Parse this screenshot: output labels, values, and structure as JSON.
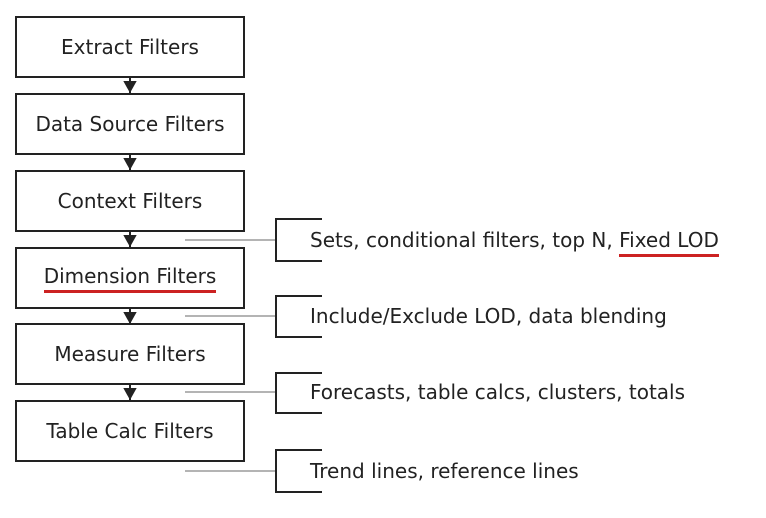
{
  "diagram": {
    "boxes": [
      {
        "label": "Extract Filters"
      },
      {
        "label": "Data Source Filters"
      },
      {
        "label": "Context Filters"
      },
      {
        "label": "Dimension Filters",
        "highlighted": true
      },
      {
        "label": "Measure Filters"
      },
      {
        "label": "Table Calc Filters"
      }
    ],
    "notes": [
      {
        "text_main": "Sets, conditional filters, top N, ",
        "text_highlight": "Fixed LOD"
      },
      {
        "text_main": "Include/Exclude LOD, data blending"
      },
      {
        "text_main": "Forecasts, table calcs, clusters, totals"
      },
      {
        "text_main": "Trend lines, reference lines"
      }
    ],
    "colors": {
      "line": "#222222",
      "highlight_underline": "#cc2222",
      "connector": "#888888"
    }
  }
}
